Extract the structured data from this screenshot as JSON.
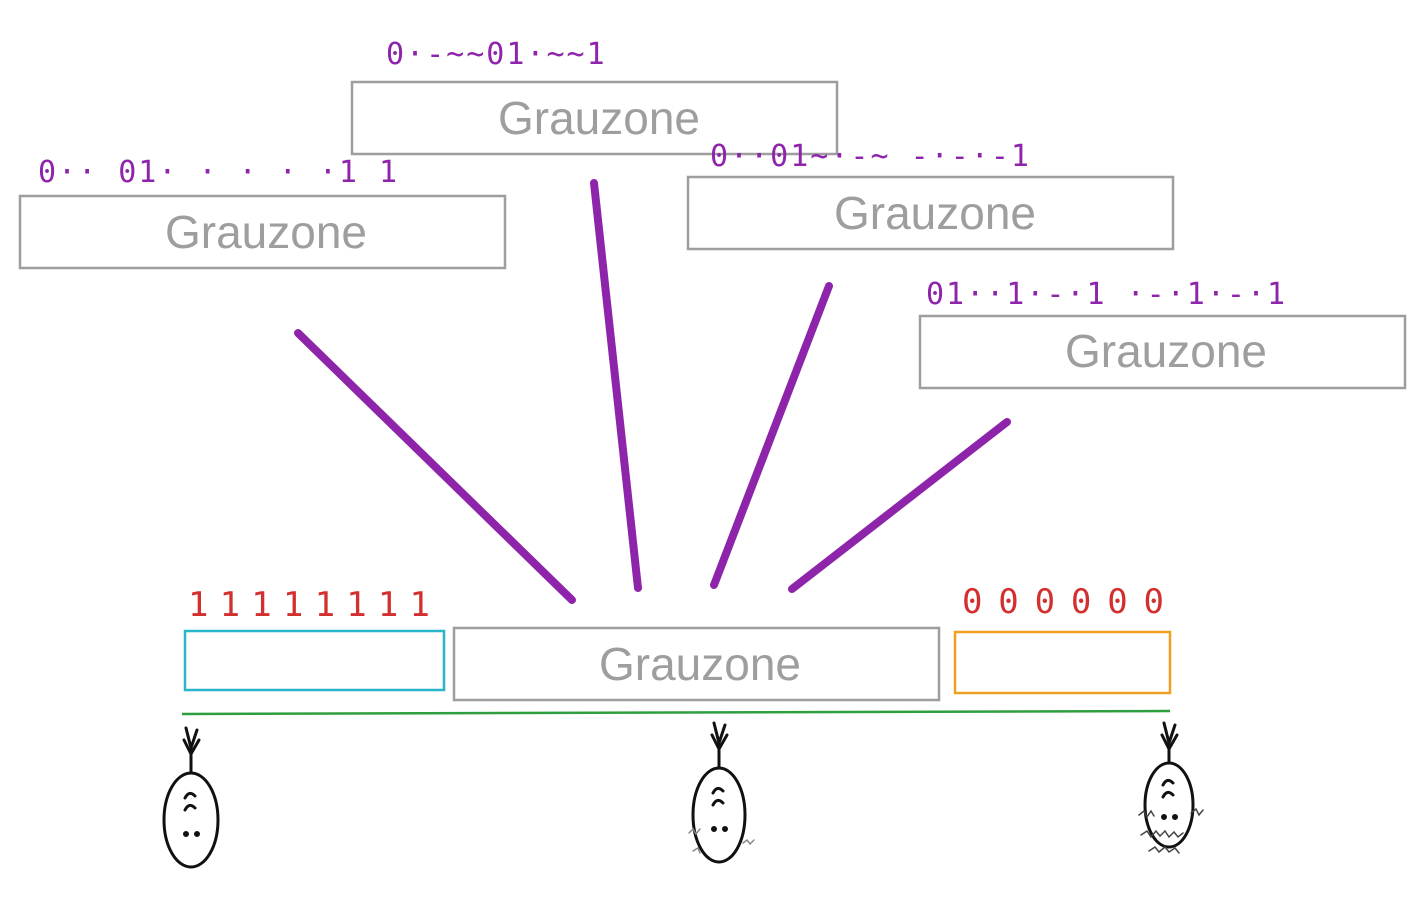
{
  "colors": {
    "purple": "#8e24aa",
    "gray_box": "#9e9e9e",
    "red": "#d32f2f",
    "cyan": "#29b6c9",
    "orange": "#f0a020",
    "green": "#2e9e3e"
  },
  "boxes": [
    {
      "id": "box-top-center",
      "label": "Grauzone",
      "bits": "0·-~~01·~~1"
    },
    {
      "id": "box-top-left",
      "label": "Grauzone",
      "bits": "0·· 01· · · · ·1 1"
    },
    {
      "id": "box-top-right",
      "label": "Grauzone",
      "bits": "0··01~·-~ -·-·-1"
    },
    {
      "id": "box-right",
      "label": "Grauzone",
      "bits": "01··1·-·1 ·-·1·-·1"
    },
    {
      "id": "box-bottom-center",
      "label": "Grauzone",
      "bits": ""
    }
  ],
  "bottom_bits": {
    "left": "11111111",
    "right": "000000"
  },
  "icons": [
    "person-face-icon",
    "person-face-icon",
    "person-face-icon"
  ]
}
